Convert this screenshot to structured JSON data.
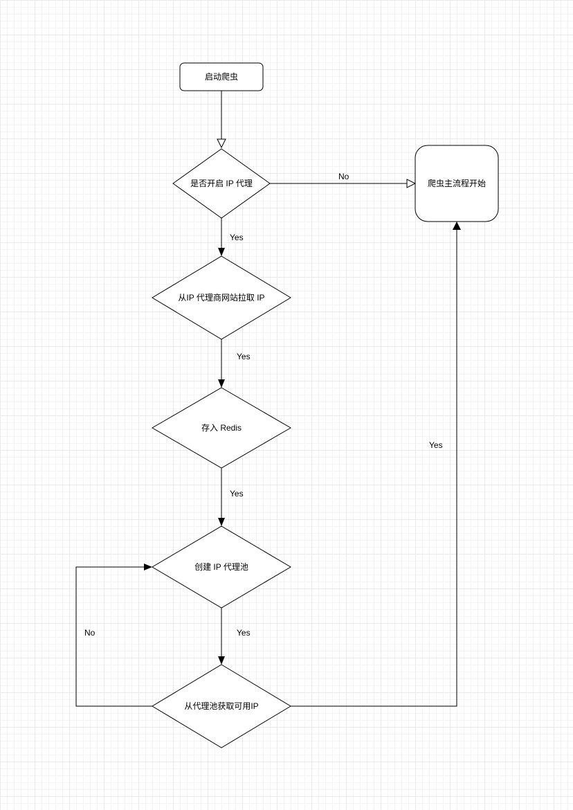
{
  "diagram": {
    "nodes": {
      "start": {
        "label": "启动爬虫",
        "shape": "rounded-rectangle"
      },
      "decision_proxy": {
        "label": "是否开启 IP 代理",
        "shape": "diamond"
      },
      "main_process": {
        "label": "爬虫主流程开始",
        "shape": "rounded-rectangle"
      },
      "pull_ip": {
        "label": "从IP 代理商网站拉取 IP",
        "shape": "diamond"
      },
      "store_redis": {
        "label": "存入 Redis",
        "shape": "diamond"
      },
      "create_pool": {
        "label": "创建 IP 代理池",
        "shape": "diamond"
      },
      "get_ip": {
        "label": "从代理池获取可用IP",
        "shape": "diamond"
      }
    },
    "edges": {
      "decision_no": {
        "label": "No"
      },
      "decision_yes": {
        "label": "Yes"
      },
      "pull_yes": {
        "label": "Yes"
      },
      "redis_yes": {
        "label": "Yes"
      },
      "pool_yes": {
        "label": "Yes"
      },
      "get_no": {
        "label": "No"
      },
      "get_yes": {
        "label": "Yes"
      }
    },
    "colors": {
      "shape_fill": "#ffffff",
      "shape_stroke": "#000000",
      "text": "#000000",
      "grid_minor": "#f4f4f4",
      "grid_major": "#e9e9e9"
    }
  }
}
